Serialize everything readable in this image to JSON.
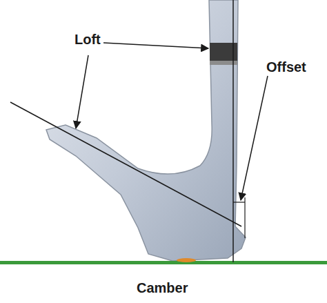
{
  "diagram": {
    "labels": [
      "Loft",
      "Offset",
      "Camber"
    ]
  }
}
